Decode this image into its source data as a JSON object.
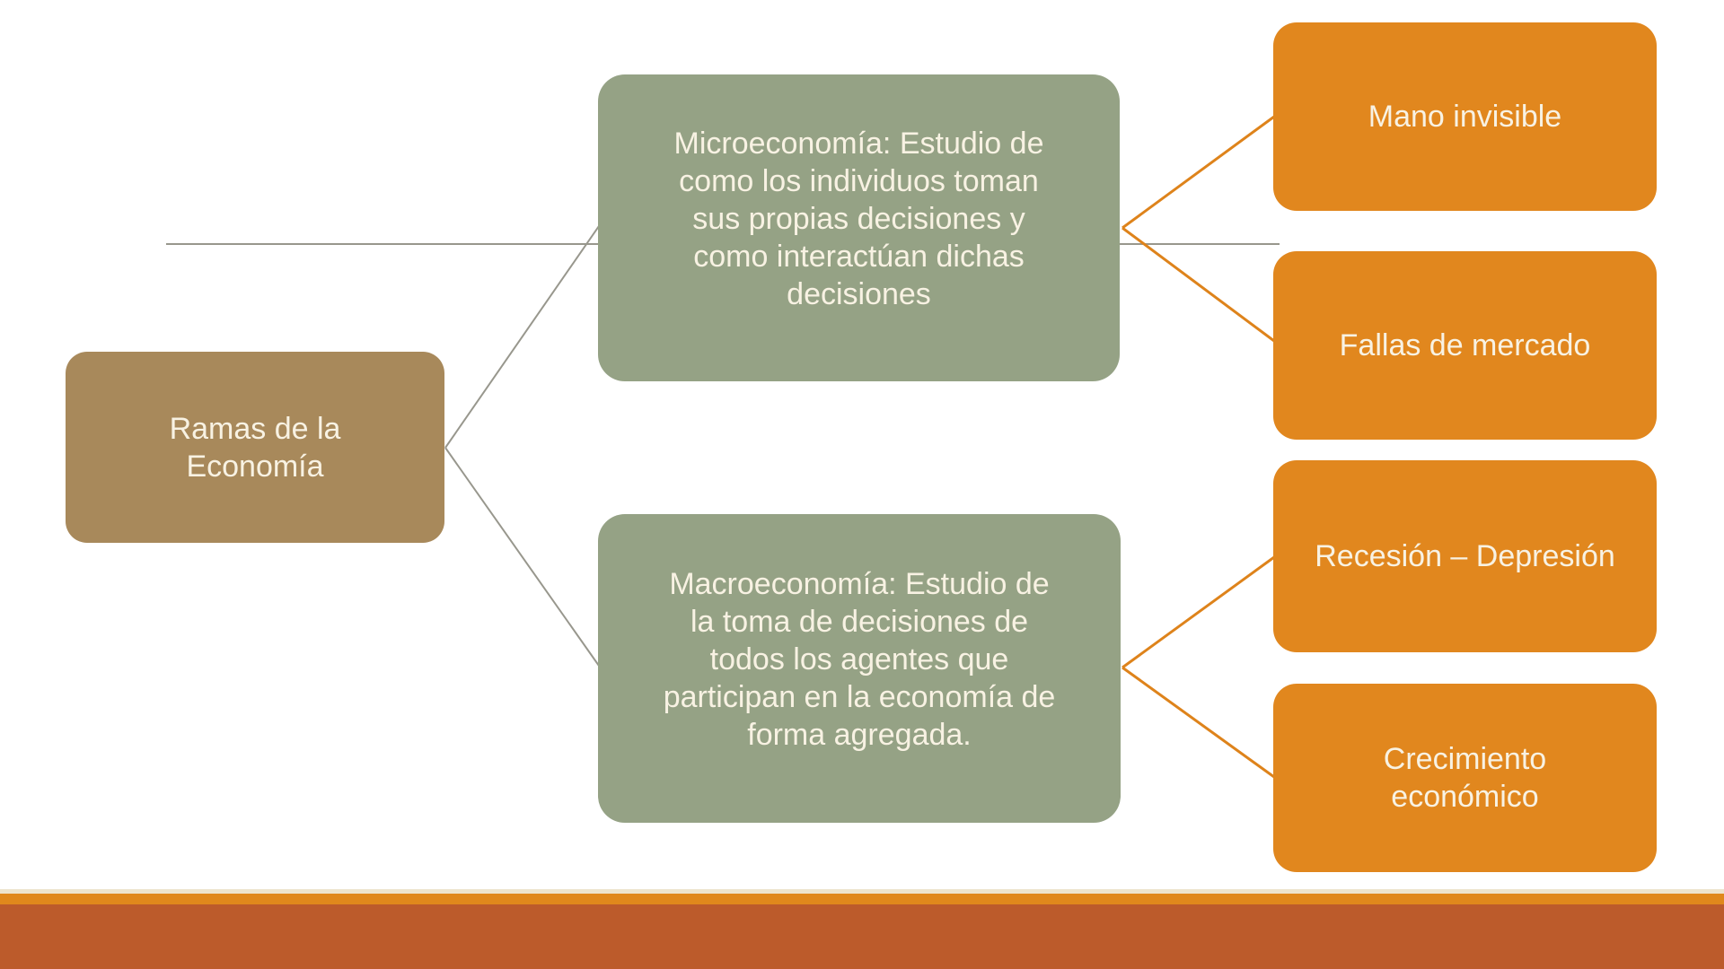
{
  "slide_title": "Ramas de la Economía",
  "colors": {
    "background": "#FFFFFF",
    "root_fill": "#A8895B",
    "branch_fill": "#95A285",
    "leaf_fill": "#E1871E",
    "box_text": "#F8F2E3",
    "connector_gray": "#98978D",
    "connector_orange": "#DE831B",
    "footer_hairline": "#EDE4CD",
    "footer_stripe": "#E0881C",
    "footer_band": "#BC5B2B"
  },
  "diagram": {
    "type": "hierarchy-left-to-right",
    "root": {
      "label": "Ramas de la\nEconomía"
    },
    "branches": [
      {
        "label": "Microeconomía: Estudio de\ncomo los individuos toman\nsus propias decisiones y\ncomo interactúan dichas\ndecisiones",
        "leaves": [
          {
            "label": "Mano invisible"
          },
          {
            "label": "Fallas de mercado"
          }
        ]
      },
      {
        "label": "Macroeconomía: Estudio de\nla toma de decisiones de\ntodos los agentes que\nparticipan en la economía de\nforma agregada.",
        "leaves": [
          {
            "label": "Recesión – Depresión"
          },
          {
            "label": "Crecimiento\neconómico"
          }
        ]
      }
    ]
  }
}
